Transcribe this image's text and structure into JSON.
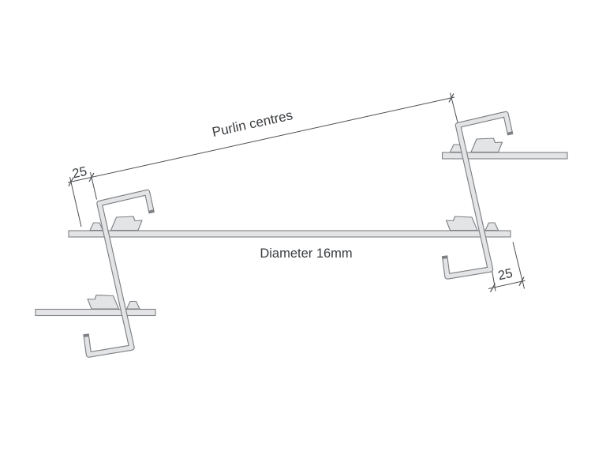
{
  "diagram": {
    "labels": {
      "purlin_centres": "Purlin centres",
      "diameter": "Diameter 16mm",
      "offset_left": "25",
      "offset_right": "25"
    },
    "colors": {
      "background": "#ffffff",
      "metal_fill": "#e3e4e5",
      "metal_outline": "#7d8084",
      "dimension_line": "#4c4f52",
      "label_text": "#3a3d40"
    }
  }
}
